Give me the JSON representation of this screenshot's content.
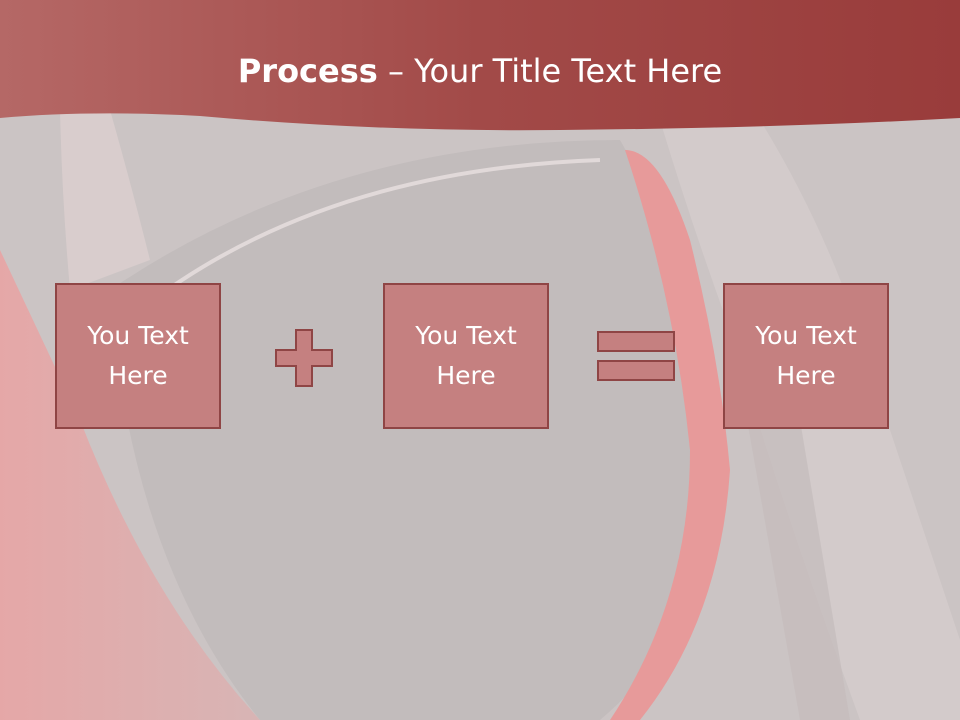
{
  "slide": {
    "title": {
      "bold": "Process",
      "rest": " – Your Title Text Here"
    },
    "steps": [
      {
        "text": "You Text Here"
      },
      {
        "text": "You Text Here"
      },
      {
        "text": "You Text Here"
      }
    ],
    "operators": [
      "plus-sign",
      "equals-sign"
    ]
  },
  "colors": {
    "header": "#a24a48",
    "box_fill": "#c58080",
    "box_border": "#8f4545",
    "text": "#ffffff"
  }
}
